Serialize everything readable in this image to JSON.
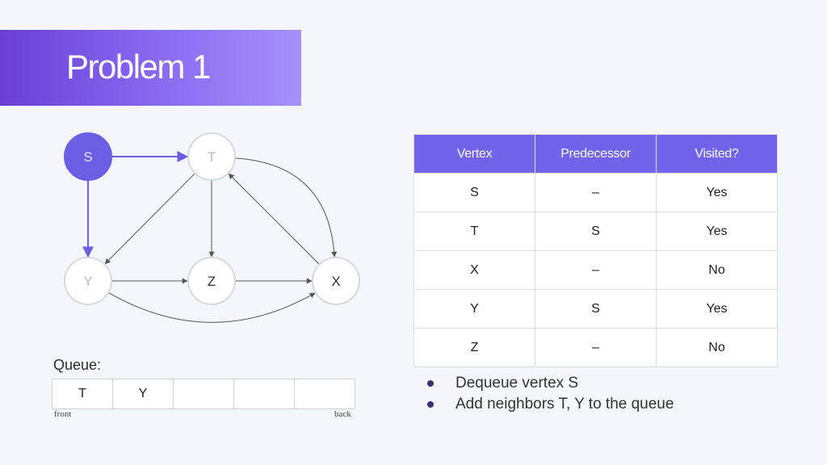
{
  "slide": {
    "title": "Problem 1"
  },
  "graph": {
    "nodes": [
      {
        "id": "S",
        "label": "S",
        "highlighted": true
      },
      {
        "id": "T",
        "label": "T",
        "highlighted": false
      },
      {
        "id": "Y",
        "label": "Y",
        "highlighted": false
      },
      {
        "id": "Z",
        "label": "Z",
        "highlighted": false
      },
      {
        "id": "X",
        "label": "X",
        "highlighted": false
      }
    ],
    "edges": [
      {
        "from": "S",
        "to": "T",
        "highlighted": true
      },
      {
        "from": "S",
        "to": "Y",
        "highlighted": true
      },
      {
        "from": "T",
        "to": "Y",
        "highlighted": false
      },
      {
        "from": "T",
        "to": "Z",
        "highlighted": false
      },
      {
        "from": "T",
        "to": "X",
        "highlighted": false
      },
      {
        "from": "X",
        "to": "T",
        "highlighted": false
      },
      {
        "from": "Y",
        "to": "Z",
        "highlighted": false
      },
      {
        "from": "Z",
        "to": "X",
        "highlighted": false
      },
      {
        "from": "Y",
        "to": "X",
        "highlighted": false
      }
    ],
    "colors": {
      "highlight": "#6c5fe4",
      "edge": "#555555",
      "node_border": "#d6d9de"
    }
  },
  "queue": {
    "label": "Queue:",
    "cells": [
      "T",
      "Y",
      "",
      "",
      ""
    ],
    "front_label": "front",
    "back_label": "back"
  },
  "table": {
    "headers": [
      "Vertex",
      "Predecessor",
      "Visited?"
    ],
    "rows": [
      [
        "S",
        "–",
        "Yes"
      ],
      [
        "T",
        "S",
        "Yes"
      ],
      [
        "X",
        "–",
        "No"
      ],
      [
        "Y",
        "S",
        "Yes"
      ],
      [
        "Z",
        "–",
        "No"
      ]
    ],
    "header_color": "#7163ea"
  },
  "notes": [
    "Dequeue vertex S",
    "Add neighbors T, Y to the queue"
  ]
}
